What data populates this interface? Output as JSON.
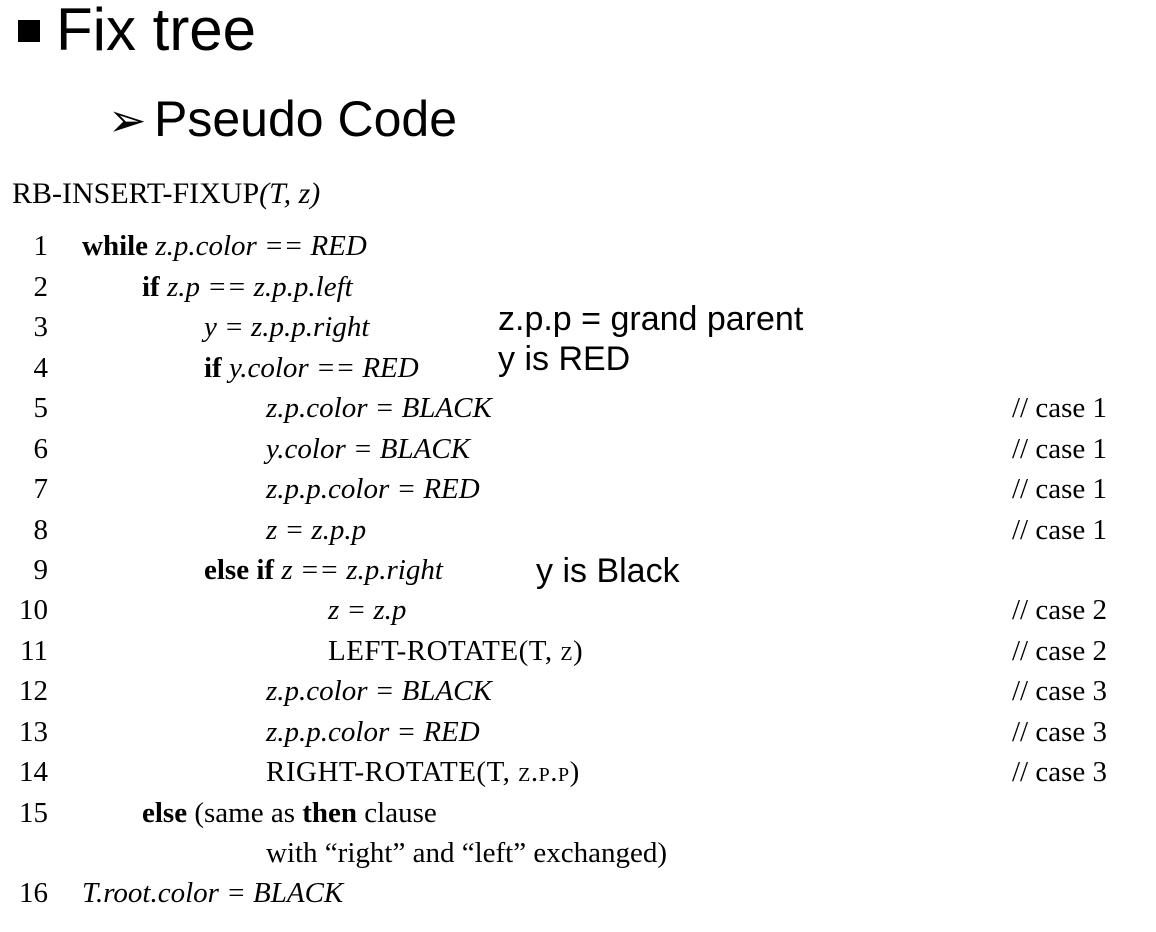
{
  "slide": {
    "title": "Fix tree",
    "subtitle": "Pseudo Code",
    "subtitle_marker": "➢"
  },
  "algorithm": {
    "name": "RB-INSERT-FIXUP",
    "params": "(T, z)"
  },
  "lines": [
    {
      "num": "1",
      "kw": "while",
      "rest": " z.p.color == RED"
    },
    {
      "num": "2",
      "kw": "if",
      "rest": " z.p == z.p.p.left"
    },
    {
      "num": "3",
      "kw": "",
      "rest": "y = z.p.p.right"
    },
    {
      "num": "4",
      "kw": "if",
      "rest": " y.color == RED"
    },
    {
      "num": "5",
      "kw": "",
      "rest": "z.p.color = BLACK"
    },
    {
      "num": "6",
      "kw": "",
      "rest": "y.color = BLACK"
    },
    {
      "num": "7",
      "kw": "",
      "rest": "z.p.p.color = RED"
    },
    {
      "num": "8",
      "kw": "",
      "rest": "z = z.p.p"
    },
    {
      "num": "9",
      "kw": "else if",
      "rest": " z == z.p.right"
    },
    {
      "num": "10",
      "kw": "",
      "rest": "z = z.p"
    },
    {
      "num": "11",
      "kw": "",
      "rest": "LEFT-ROTATE(T, z)"
    },
    {
      "num": "12",
      "kw": "",
      "rest": "z.p.color = BLACK"
    },
    {
      "num": "13",
      "kw": "",
      "rest": "z.p.p.color = RED"
    },
    {
      "num": "14",
      "kw": "",
      "rest": "RIGHT-ROTATE(T, z.p.p)"
    },
    {
      "num": "15",
      "kw": "else",
      "rest": " (same as then clause"
    },
    {
      "num": "",
      "kw": "",
      "rest": "with “right” and “left” exchanged)"
    },
    {
      "num": "16",
      "kw": "",
      "rest": "T.root.color = BLACK"
    }
  ],
  "line15": {
    "pre": " (same as ",
    "kw2": "then",
    "post": " clause"
  },
  "comments": [
    "// case 1",
    "// case 1",
    "// case 1",
    "// case 1",
    "// case 2",
    "// case 2",
    "// case 3",
    "// case 3",
    "// case 3"
  ],
  "notes": {
    "grandparent": "z.p.p = grand parent",
    "y_red": "y is RED",
    "y_black": "y is Black"
  }
}
